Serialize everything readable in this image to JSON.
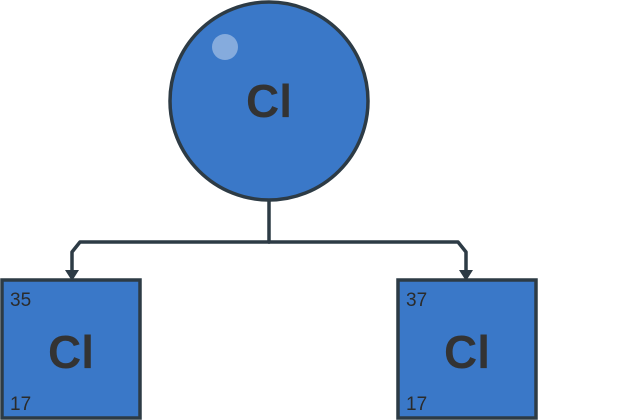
{
  "colors": {
    "atom_fill": "#3a78c8",
    "outline": "#2d3b45",
    "text": "#333333",
    "highlight": "#ffffff"
  },
  "parent": {
    "symbol": "Cl"
  },
  "isotopes": [
    {
      "mass_number": "35",
      "atomic_number": "17",
      "symbol": "Cl"
    },
    {
      "mass_number": "37",
      "atomic_number": "17",
      "symbol": "Cl"
    }
  ]
}
